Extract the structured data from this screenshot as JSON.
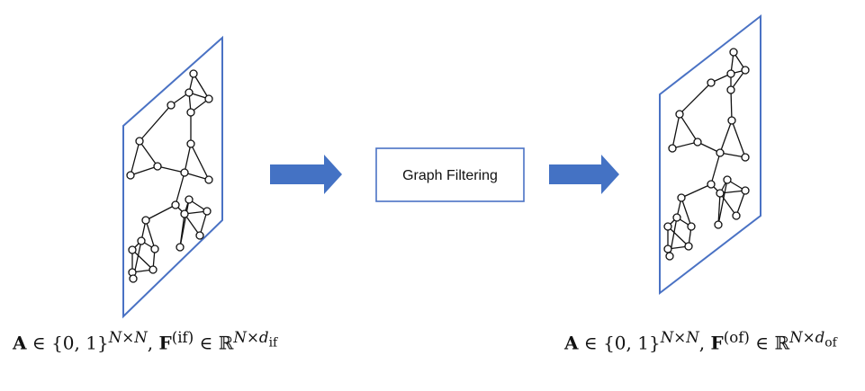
{
  "process_box": {
    "label": "Graph Filtering"
  },
  "formulas": {
    "input": "A ∈ {0,1}^(N×N), F^(if) ∈ ℝ^(N×d_if)",
    "output": "A ∈ {0,1}^(N×N), F^(of) ∈ ℝ^(N×d_of)"
  },
  "math_parts": {
    "A": "A",
    "in": "∈",
    "set01": "{0, 1}",
    "NxN": "N×N",
    "comma": ",",
    "F": "F",
    "if": "(if)",
    "of": "(of)",
    "R": "ℝ",
    "N_times_d": "N×d",
    "sub_if": "if",
    "sub_of": "of"
  },
  "colors": {
    "plane_border": "#4a72c4",
    "arrow": "#4472c4",
    "box_border": "#4a72c4"
  }
}
